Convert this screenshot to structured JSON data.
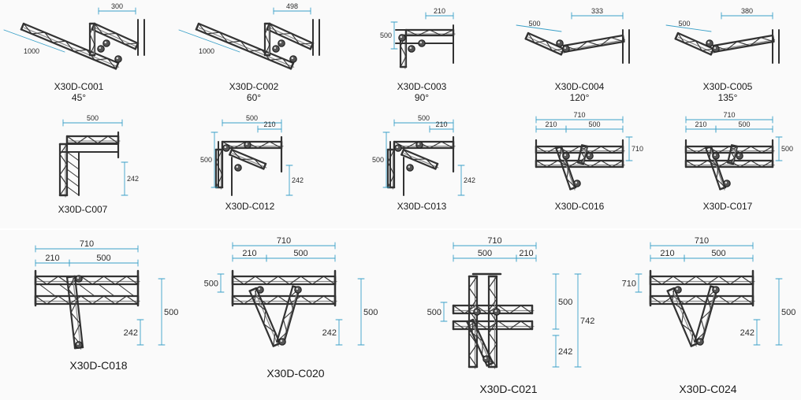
{
  "colors": {
    "dimension_line": "#3aa0c8",
    "truss": "#333333",
    "truss_light": "#8a8a8a",
    "text": "#1a1a1a"
  },
  "items": [
    {
      "id": "c001",
      "code": "X30D-C001",
      "angle": "45°",
      "type": "corner-acute",
      "dims": [
        "300",
        "1000"
      ]
    },
    {
      "id": "c002",
      "code": "X30D-C002",
      "angle": "60°",
      "type": "corner-acute",
      "dims": [
        "498",
        "1000"
      ]
    },
    {
      "id": "c003",
      "code": "X30D-C003",
      "angle": "90°",
      "type": "corner-90",
      "dims": [
        "210",
        "500"
      ]
    },
    {
      "id": "c004",
      "code": "X30D-C004",
      "angle": "120°",
      "type": "corner-obtuse",
      "dims": [
        "333",
        "500"
      ]
    },
    {
      "id": "c005",
      "code": "X30D-C005",
      "angle": "135°",
      "type": "corner-obtuse",
      "dims": [
        "380",
        "500"
      ]
    },
    {
      "id": "c007",
      "code": "X30D-C007",
      "type": "corner-down",
      "dims": [
        "500",
        "242"
      ]
    },
    {
      "id": "c012",
      "code": "X30D-C012",
      "type": "3way-down",
      "dims": [
        "500",
        "210",
        "500",
        "242"
      ]
    },
    {
      "id": "c013",
      "code": "X30D-C013",
      "type": "3way-down",
      "dims": [
        "500",
        "210",
        "500",
        "242"
      ]
    },
    {
      "id": "c016",
      "code": "X30D-C016",
      "type": "t-4way",
      "dims": [
        "710",
        "210",
        "500",
        "710"
      ]
    },
    {
      "id": "c017",
      "code": "X30D-C017",
      "type": "t-4way",
      "dims": [
        "710",
        "210",
        "500",
        "500"
      ]
    },
    {
      "id": "c018",
      "code": "X30D-C018",
      "type": "t-down",
      "dims": [
        "710",
        "210",
        "500",
        "500",
        "242"
      ]
    },
    {
      "id": "c020",
      "code": "X30D-C020",
      "type": "5way",
      "dims": [
        "710",
        "210",
        "500",
        "500",
        "500",
        "242"
      ]
    },
    {
      "id": "c021",
      "code": "X30D-C021",
      "type": "6way",
      "dims": [
        "710",
        "500",
        "210",
        "500",
        "500",
        "742",
        "242"
      ]
    },
    {
      "id": "c024",
      "code": "X30D-C024",
      "type": "5way",
      "dims": [
        "710",
        "210",
        "500",
        "710",
        "500",
        "242"
      ]
    }
  ]
}
